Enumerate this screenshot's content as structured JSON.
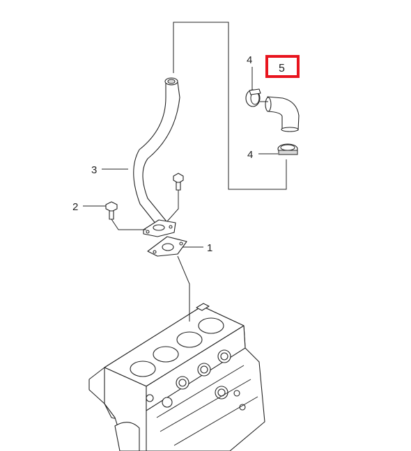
{
  "callouts": {
    "gasket": "1",
    "bolt": "2",
    "pipe": "3",
    "clamp_upper": "4",
    "clamp_lower": "4",
    "hose": "5"
  },
  "colors": {
    "highlight": "#e8141e",
    "line": "#222222"
  },
  "icons": [
    "pipe-part",
    "hose-part",
    "clamp-part",
    "bolt-part",
    "gasket-part",
    "engine-block-part"
  ]
}
